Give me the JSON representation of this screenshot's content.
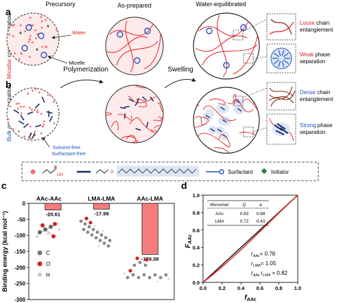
{
  "top": {
    "panel_a": {
      "letter": "a",
      "side_label_part1": "Micellar",
      "side_label_part2": " copolymerization"
    },
    "panel_b": {
      "letter": "b",
      "side_label_part1": "Bulk",
      "side_label_part2": " copolymerization"
    },
    "stages": [
      "Precursory",
      "As-prepared",
      "Water-equilibrated"
    ],
    "annotations": {
      "water": "Water",
      "micelle": "Micelle",
      "solvent_free": "Solvent-free",
      "surfactant_free": "Surfactant-free",
      "polymerization": "Polymerization",
      "swelling": "Swelling"
    },
    "callouts": {
      "a1_colored": "Loose",
      "a1_rest": " chain",
      "a1_line2": "entanglement",
      "a2_colored": "Weak",
      "a2_rest": " phase",
      "a2_line2": "separation",
      "b1_colored": "Dense",
      "b1_rest": " chain",
      "b1_line2": "entanglement",
      "b2_colored": "Strong",
      "b2_rest": " phase",
      "b2_line2": "separation"
    },
    "legend": {
      "surfactant": "Surfactant",
      "initiator": "Initiator",
      "acid_oh": "OH",
      "ester_o": "O"
    }
  },
  "panel_c": {
    "letter": "c",
    "ylabel": "Binding energy (kcal mol⁻¹)",
    "atom_legend": [
      "C",
      "O",
      "H"
    ],
    "chart_data": {
      "type": "bar",
      "categories": [
        "AAc-AAc",
        "LMA-LMA",
        "AAc-LMA"
      ],
      "values": [
        -20.61,
        -17.99,
        -159.38
      ],
      "value_labels": [
        "-20.61",
        "-17.99",
        "-159.38"
      ],
      "ylabel": "Binding energy (kcal mol⁻¹)",
      "ylim": [
        -300,
        0
      ],
      "yticks": [
        0,
        -50,
        -100,
        -150,
        -200,
        -250,
        -300
      ]
    }
  },
  "panel_d": {
    "letter": "d",
    "table": {
      "headers": [
        "Monomer",
        "Q",
        "e"
      ],
      "rows": [
        [
          "AAc",
          "0.83",
          "0.88"
        ],
        [
          "LMA",
          "0.72",
          "0.43"
        ]
      ]
    },
    "params": [
      {
        "sym": "r",
        "sub": "AAc",
        "sym2": "",
        "sub2": "",
        "val": "= 0.78"
      },
      {
        "sym": "r",
        "sub": "LMA",
        "sym2": "",
        "sub2": "",
        "val": "= 1.05"
      },
      {
        "sym": "r",
        "sub": "AAc ",
        "sym2": "r",
        "sub2": "LMA",
        "val": " = 0.82"
      }
    ],
    "chart_data": {
      "type": "line",
      "xlabel": "f_AAc",
      "ylabel": "F_AAc",
      "xlim": [
        0,
        1.0
      ],
      "ylim": [
        0,
        1.0
      ],
      "xticks": [
        "0.0",
        "0.2",
        "0.4",
        "0.6",
        "0.8",
        "1.0"
      ],
      "yticks": [
        "0.0",
        "0.2",
        "0.4",
        "0.6",
        "0.8",
        "1.0"
      ],
      "series": [
        {
          "x": [
            0,
            0.2,
            0.4,
            0.6,
            0.8,
            1.0
          ],
          "y": [
            0,
            0.2,
            0.4,
            0.6,
            0.8,
            1.0
          ],
          "color": "#222222"
        },
        {
          "x": [
            0,
            0.1,
            0.2,
            0.3,
            0.4,
            0.5,
            0.6,
            0.7,
            0.8,
            0.9,
            1.0
          ],
          "y": [
            0,
            0.086,
            0.178,
            0.274,
            0.374,
            0.477,
            0.582,
            0.688,
            0.794,
            0.898,
            1.0
          ],
          "color": "#e03030"
        }
      ]
    }
  },
  "colors": {
    "red": "#e02020",
    "blue": "#2050c0",
    "dot": "#f07070",
    "panel_bg": "#fdeaea"
  }
}
